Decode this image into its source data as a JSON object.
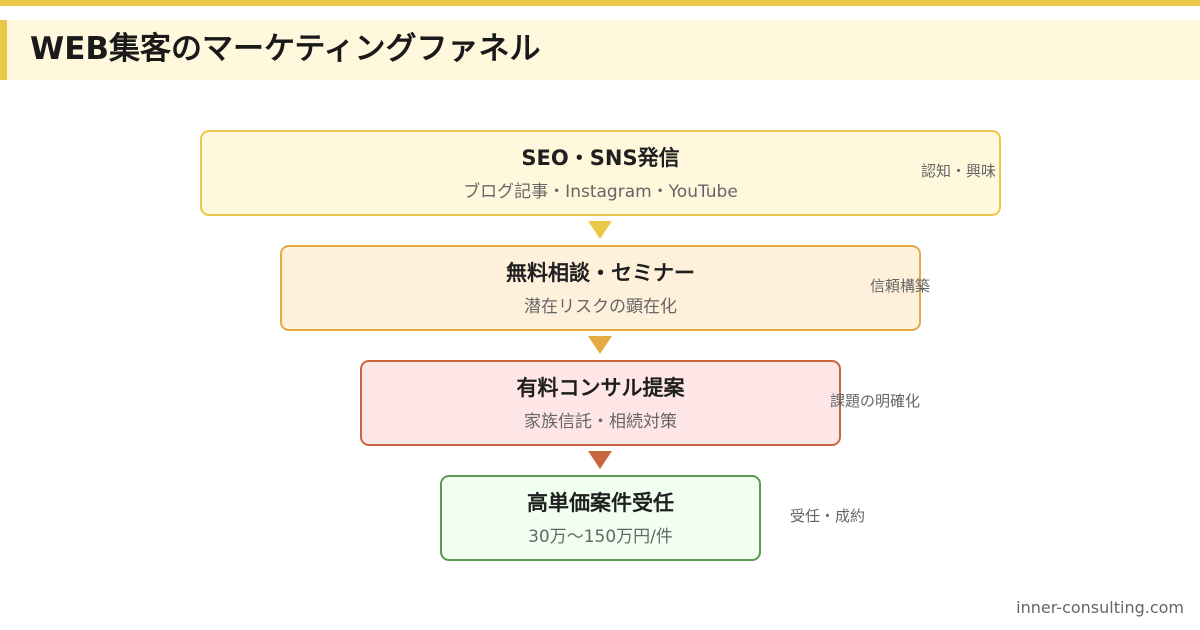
{
  "header": {
    "title": "WEB集客のマーケティングファネル"
  },
  "colors": {
    "accent": "#ecc84a",
    "header_bg": "#fff8dc"
  },
  "stages": [
    {
      "title": "SEO・SNS発信",
      "subtitle": "ブログ記事・Instagram・YouTube",
      "phase": "認知・興味",
      "border": "#ecc84a",
      "fill": "#fff8dc",
      "arrow": "#ecc84a"
    },
    {
      "title": "無料相談・セミナー",
      "subtitle": "潜在リスクの顕在化",
      "phase": "信頼構築",
      "border": "#e5aa42",
      "fill": "#fff0dc",
      "arrow": "#e5aa42"
    },
    {
      "title": "有料コンサル提案",
      "subtitle": "家族信託・相続対策",
      "phase": "課題の明確化",
      "border": "#c8663f",
      "fill": "#ffe6e6",
      "arrow": "#c8663f"
    },
    {
      "title": "高単価案件受任",
      "subtitle": "30万〜150万円/件",
      "phase": "受任・成約",
      "border": "#5a9a4e",
      "fill": "#f0fff0"
    }
  ],
  "footer": {
    "site": "inner-consulting.com"
  }
}
